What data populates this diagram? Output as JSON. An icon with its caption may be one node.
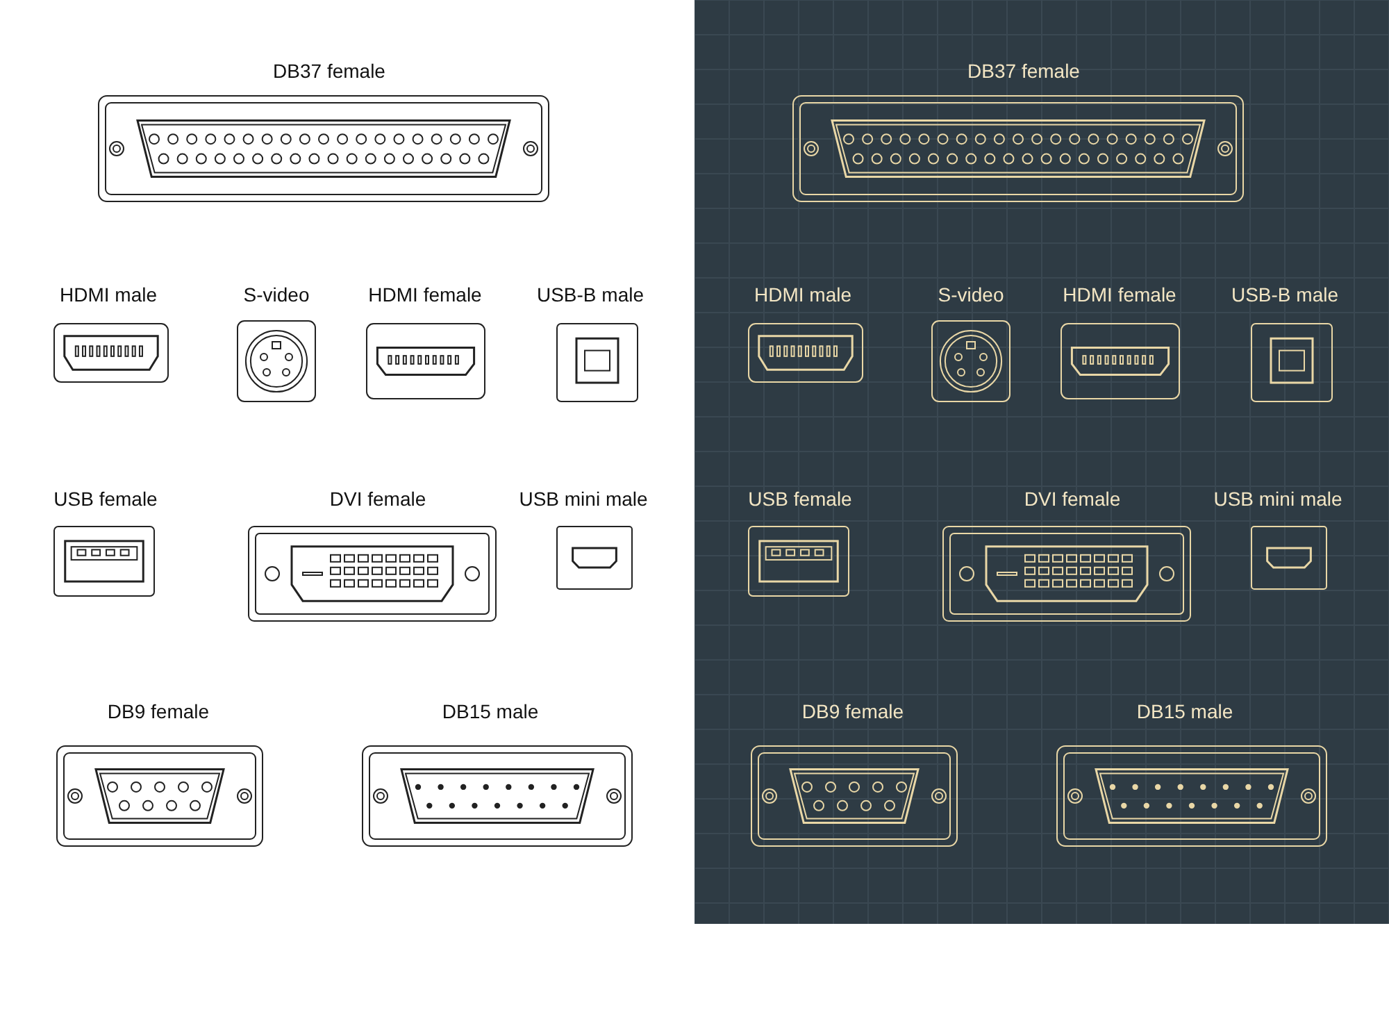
{
  "diagram": {
    "labels": [
      "DB37 female",
      "HDMI male",
      "S-video",
      "HDMI female",
      "USB-B male",
      "USB female",
      "DVI female",
      "USB mini male",
      "DB9 female",
      "DB15 male",
      "DB37 female",
      "HDMI male",
      "S-video",
      "HDMI female",
      "USB-B male",
      "USB female",
      "DVI female",
      "USB mini male",
      "DB9 female",
      "DB15 male"
    ]
  }
}
